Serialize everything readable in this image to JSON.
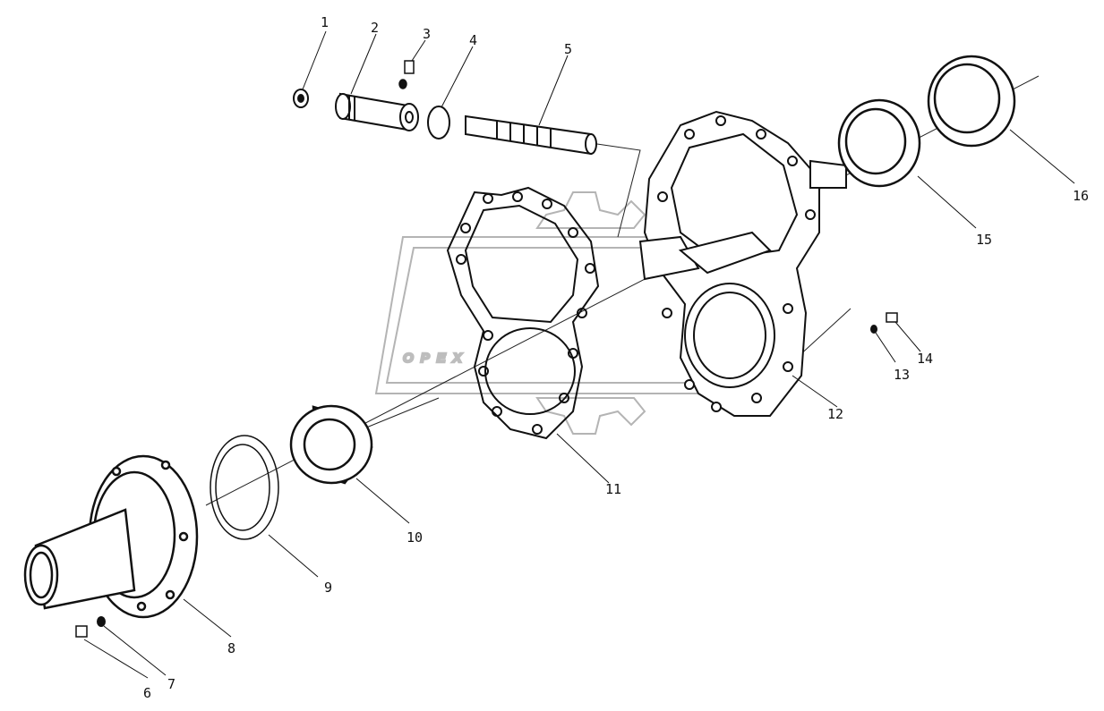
{
  "diagram": {
    "watermark": "OPEX",
    "callouts": [
      {
        "id": "c1",
        "label": "1"
      },
      {
        "id": "c2",
        "label": "2"
      },
      {
        "id": "c3",
        "label": "3"
      },
      {
        "id": "c4",
        "label": "4"
      },
      {
        "id": "c5",
        "label": "5"
      },
      {
        "id": "c6",
        "label": "6"
      },
      {
        "id": "c7",
        "label": "7"
      },
      {
        "id": "c8",
        "label": "8"
      },
      {
        "id": "c9",
        "label": "9"
      },
      {
        "id": "c10",
        "label": "10"
      },
      {
        "id": "c11",
        "label": "11"
      },
      {
        "id": "c12",
        "label": "12"
      },
      {
        "id": "c13",
        "label": "13"
      },
      {
        "id": "c14",
        "label": "14"
      },
      {
        "id": "c15",
        "label": "15"
      },
      {
        "id": "c16",
        "label": "16"
      }
    ]
  }
}
